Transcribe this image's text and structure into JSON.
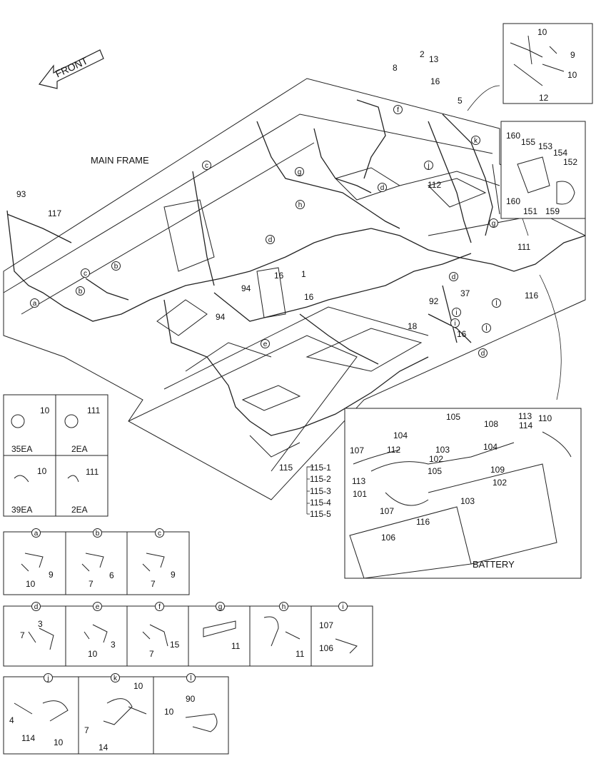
{
  "front_label": "FRONT",
  "main_frame_label": "MAIN FRAME",
  "battery_label": "BATTERY",
  "callouts": {
    "c1": "1",
    "c2": "2",
    "c5": "5",
    "c8": "8",
    "c13": "13",
    "c16a": "16",
    "c16b": "16",
    "c16c": "16",
    "c16d": "16",
    "c18": "18",
    "c37": "37",
    "c92": "92",
    "c93": "93",
    "c94a": "94",
    "c94b": "94",
    "c111": "111",
    "c112": "112",
    "c116": "116",
    "c117": "117",
    "c115": "115",
    "c115_1": "115-1",
    "c115_2": "115-2",
    "c115_3": "115-3",
    "c115_4": "115-4",
    "c115_5": "115-5"
  },
  "inset_top": {
    "labels": [
      "10",
      "9",
      "10",
      "12"
    ]
  },
  "inset_relay": {
    "labels": [
      "160",
      "155",
      "153",
      "154",
      "152",
      "160",
      "151",
      "159"
    ]
  },
  "battery_labels": {
    "l105a": "105",
    "l113a": "113",
    "l110": "110",
    "l108": "108",
    "l114a": "114",
    "l104a": "104",
    "l103a": "103",
    "l104b": "104",
    "l107a": "107",
    "l112": "112",
    "l102a": "102",
    "l113b": "113",
    "l105b": "105",
    "l109": "109",
    "l101": "101",
    "l102b": "102",
    "l103b": "103",
    "l107b": "107",
    "l116": "116",
    "l106": "106"
  },
  "letter_markers": [
    "a",
    "b",
    "b",
    "c",
    "c",
    "d",
    "d",
    "d",
    "d",
    "e",
    "f",
    "g",
    "g",
    "h",
    "i",
    "i",
    "j",
    "k",
    "l",
    "l"
  ],
  "clamp_table_1": [
    {
      "qty": "35EA",
      "bolt": "10"
    },
    {
      "qty": "2EA",
      "bolt": "111"
    },
    {
      "qty": "39EA",
      "bolt": "10"
    },
    {
      "qty": "2EA",
      "bolt": "111"
    }
  ],
  "detail_row_abc": [
    {
      "letter": "a",
      "parts": [
        "9",
        "10"
      ]
    },
    {
      "letter": "b",
      "parts": [
        "6",
        "7"
      ]
    },
    {
      "letter": "c",
      "parts": [
        "9",
        "7"
      ]
    }
  ],
  "detail_row_defghi": [
    {
      "letter": "d",
      "parts": [
        "3",
        "7"
      ]
    },
    {
      "letter": "e",
      "parts": [
        "3",
        "10"
      ]
    },
    {
      "letter": "f",
      "parts": [
        "15",
        "7"
      ]
    },
    {
      "letter": "g",
      "parts": [
        "11"
      ]
    },
    {
      "letter": "h",
      "parts": [
        "11"
      ]
    },
    {
      "letter": "i",
      "parts": [
        "107",
        "106"
      ]
    }
  ],
  "detail_row_jkl": [
    {
      "letter": "j",
      "parts": [
        "4",
        "114",
        "10"
      ]
    },
    {
      "letter": "k",
      "parts": [
        "10",
        "7",
        "14"
      ]
    },
    {
      "letter": "l",
      "parts": [
        "90",
        "10"
      ]
    }
  ]
}
